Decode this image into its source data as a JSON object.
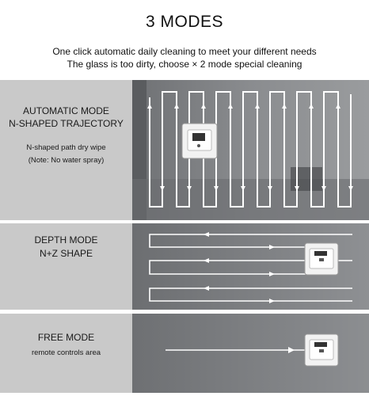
{
  "header": {
    "title": "3 MODES",
    "line1": "One click automatic daily cleaning to meet your different needs",
    "line2": "The glass is too dirty, choose × 2 mode special cleaning"
  },
  "modes": [
    {
      "name": "AUTOMATIC MODE",
      "shape": "N-SHAPED TRAJECTORY",
      "desc": "N-shaped path dry wipe",
      "note": "(Note: No water spray)"
    },
    {
      "name": "DEPTH MODE",
      "shape": "N+Z SHAPE"
    },
    {
      "name": "FREE MODE",
      "desc": "remote controls area"
    }
  ]
}
